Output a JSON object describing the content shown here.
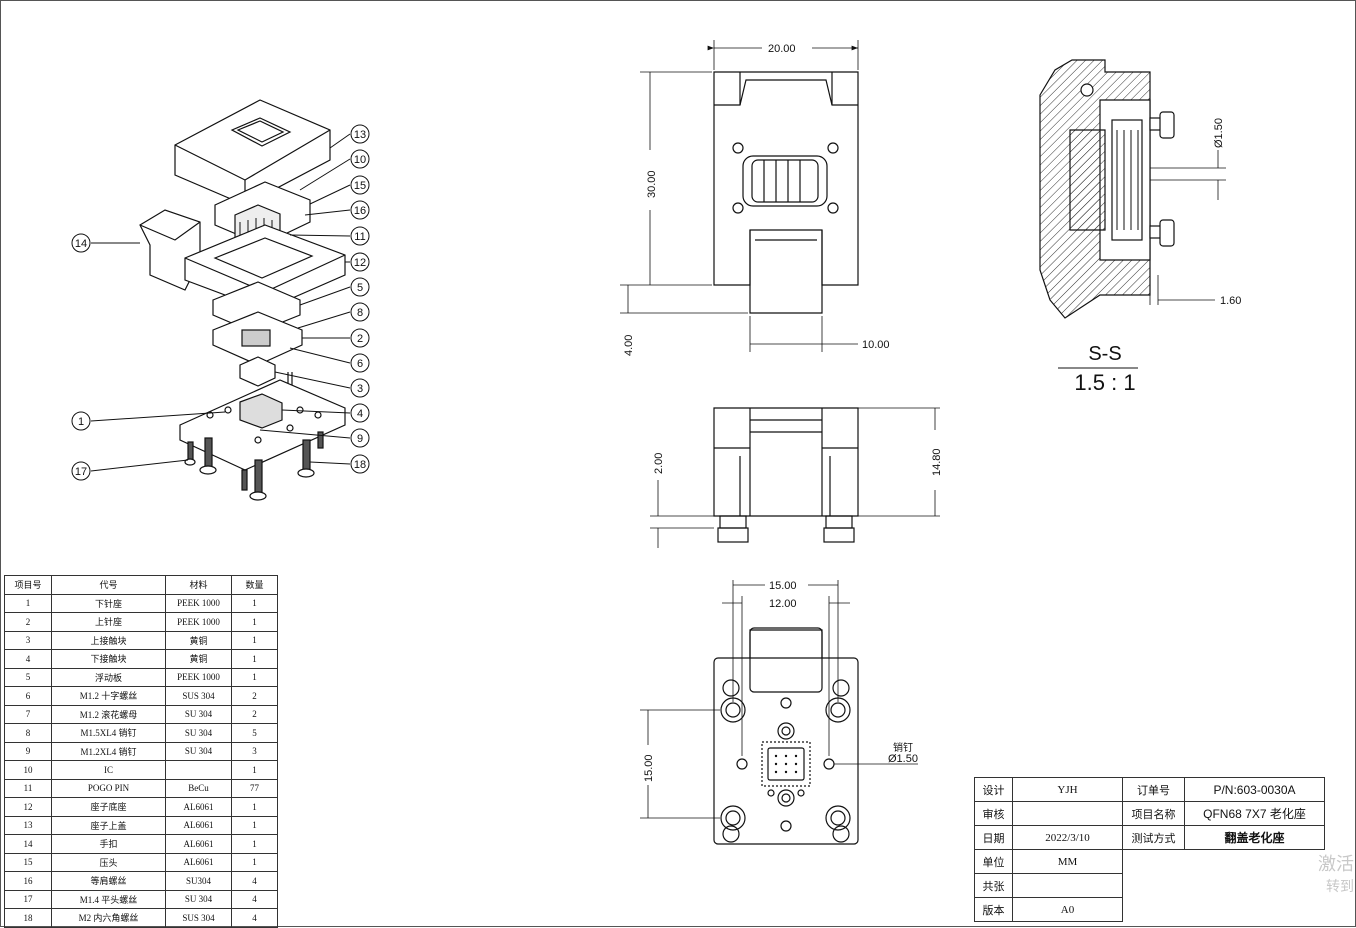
{
  "balloons": [
    "13",
    "10",
    "15",
    "16",
    "11",
    "12",
    "5",
    "8",
    "2",
    "6",
    "3",
    "4",
    "9",
    "18",
    "14",
    "1",
    "17"
  ],
  "dims": {
    "front_width": "20.00",
    "front_height": "30.00",
    "front_bottom": "4.00",
    "front_tab": "10.00",
    "side_left": "2.00",
    "side_height": "14.80",
    "bottom_outer": "15.00",
    "bottom_inner": "12.00",
    "bottom_height": "15.00",
    "pin_note": "销钉",
    "pin_dia": "Ø1.50",
    "section_dia": "Ø1.50",
    "section_right": "1.60"
  },
  "section": {
    "name": "S-S",
    "scale": "1.5 : 1"
  },
  "bom": {
    "headers": [
      "项目号",
      "代号",
      "材料",
      "数量"
    ],
    "rows": [
      [
        "1",
        "下针座",
        "PEEK 1000",
        "1"
      ],
      [
        "2",
        "上针座",
        "PEEK 1000",
        "1"
      ],
      [
        "3",
        "上接触块",
        "黄铜",
        "1"
      ],
      [
        "4",
        "下接触块",
        "黄铜",
        "1"
      ],
      [
        "5",
        "浮动板",
        "PEEK 1000",
        "1"
      ],
      [
        "6",
        "M1.2 十字螺丝",
        "SUS 304",
        "2"
      ],
      [
        "7",
        "M1.2 滚花螺母",
        "SU 304",
        "2"
      ],
      [
        "8",
        "M1.5XL4 销钉",
        "SU 304",
        "5"
      ],
      [
        "9",
        "M1.2XL4 销钉",
        "SU 304",
        "3"
      ],
      [
        "10",
        "IC",
        "",
        "1"
      ],
      [
        "11",
        "POGO PIN",
        "BeCu",
        "77"
      ],
      [
        "12",
        "座子底座",
        "AL6061",
        "1"
      ],
      [
        "13",
        "座子上盖",
        "AL6061",
        "1"
      ],
      [
        "14",
        "手扣",
        "AL6061",
        "1"
      ],
      [
        "15",
        "压头",
        "AL6061",
        "1"
      ],
      [
        "16",
        "等肩螺丝",
        "SU304",
        "4"
      ],
      [
        "17",
        "M1.4 平头螺丝",
        "SU 304",
        "4"
      ],
      [
        "18",
        "M2 内六角螺丝",
        "SUS 304",
        "4"
      ]
    ]
  },
  "title_block": {
    "design_label": "设计",
    "design_value": "YJH",
    "order_label": "订单号",
    "order_value": "P/N:603-0030A",
    "review_label": "审核",
    "project_label": "项目名称",
    "project_value": "QFN68 7X7 老化座",
    "date_label": "日期",
    "date_value": "2022/3/10",
    "test_label": "测试方式",
    "test_value": "翻盖老化座",
    "unit_label": "单位",
    "unit_value": "MM",
    "sheets_label": "共张",
    "version_label": "版本",
    "version_value": "A0"
  },
  "watermark": {
    "line1": "激活",
    "line2": "转到"
  }
}
